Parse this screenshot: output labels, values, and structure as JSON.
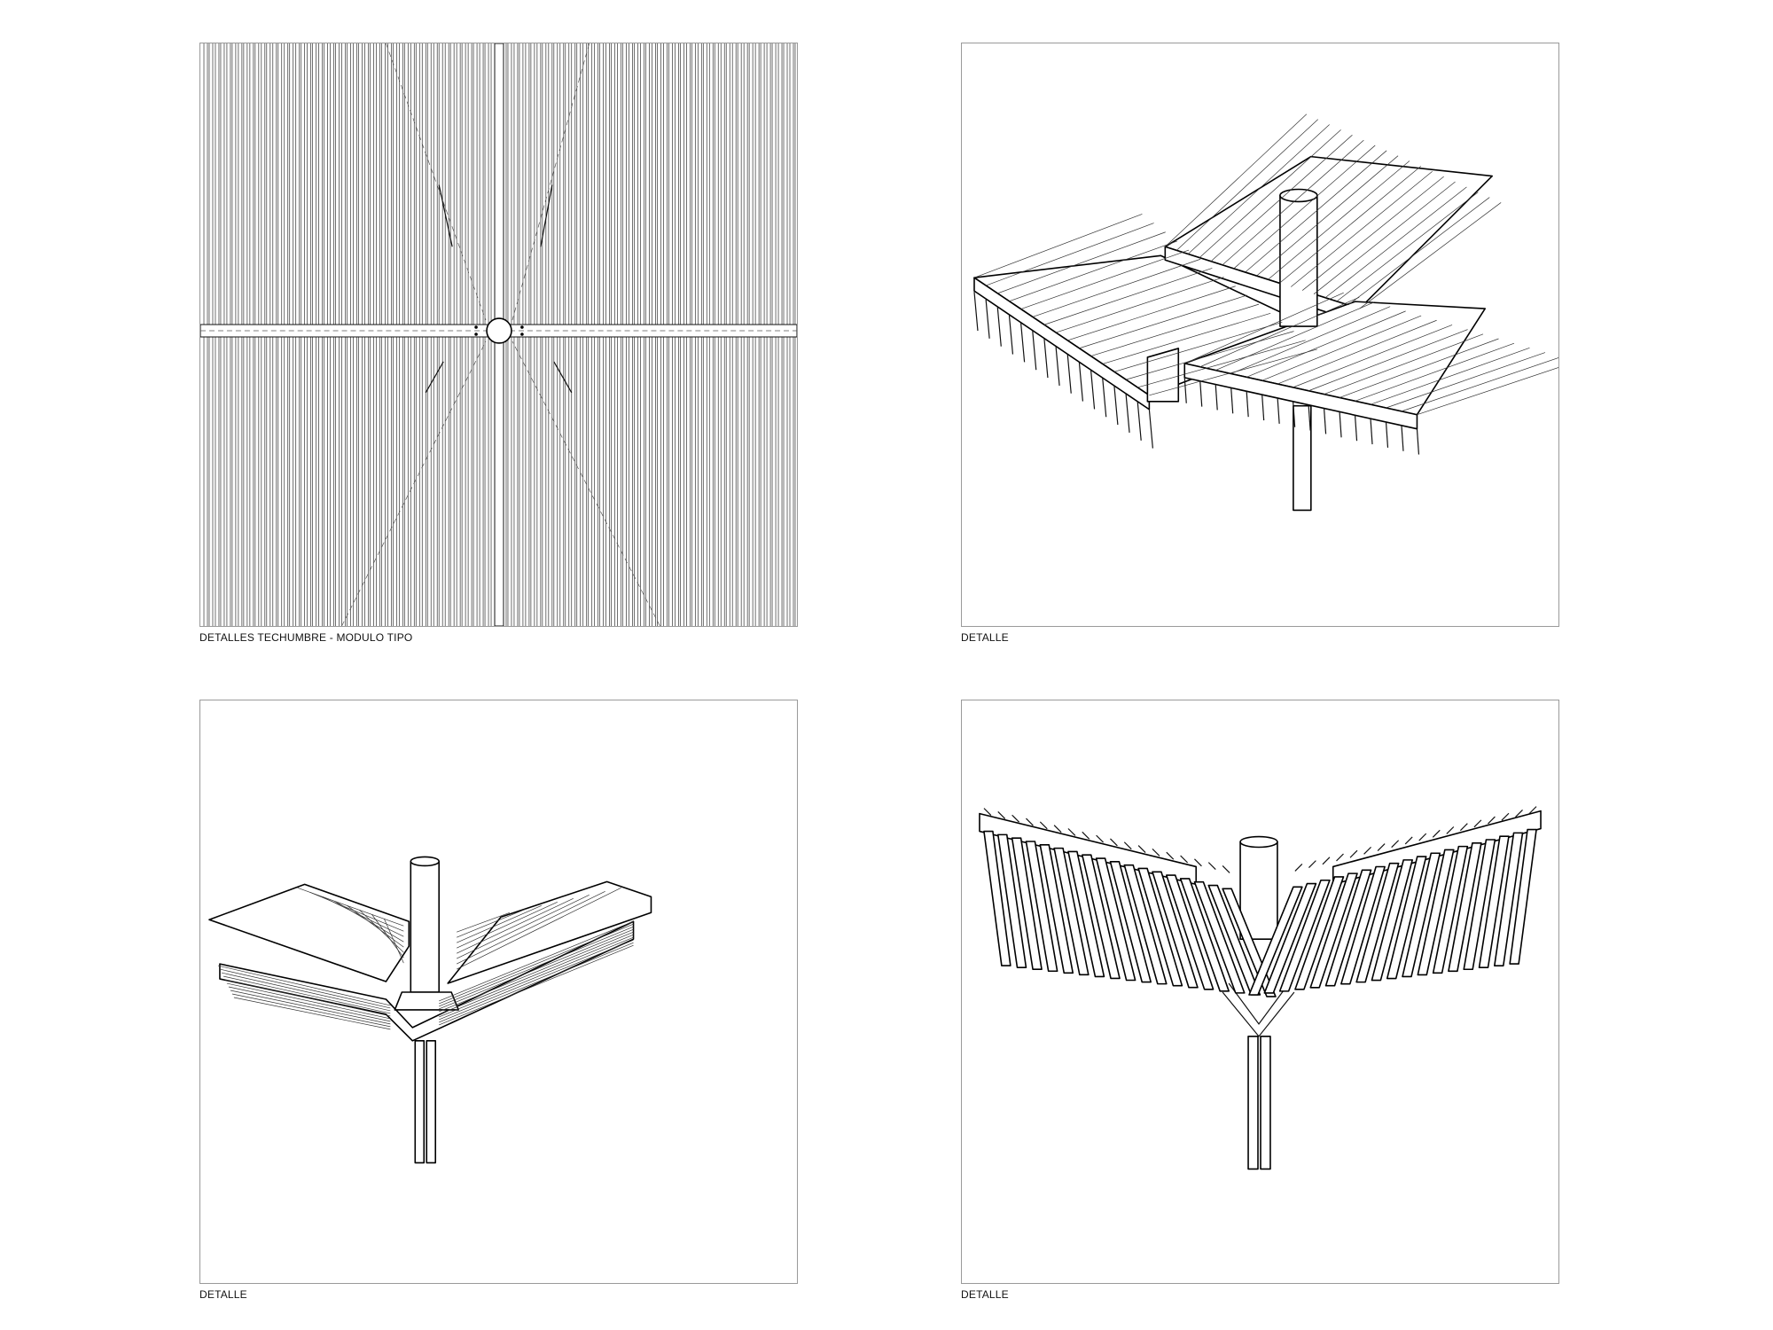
{
  "drawings": [
    {
      "id": "plan",
      "caption": "DETALLES TECHUMBRE - MODULO TIPO",
      "icon": "roof-plan-drawing"
    },
    {
      "id": "iso-top",
      "caption": "DETALLE",
      "icon": "roof-isometric-top-drawing"
    },
    {
      "id": "iso-front",
      "caption": "DETALLE",
      "icon": "roof-isometric-front-drawing"
    },
    {
      "id": "iso-bottom",
      "caption": "DETALLE",
      "icon": "roof-isometric-bottom-drawing"
    }
  ],
  "colors": {
    "line": "#111111",
    "frame": "#9a9a9a",
    "background": "#ffffff"
  }
}
